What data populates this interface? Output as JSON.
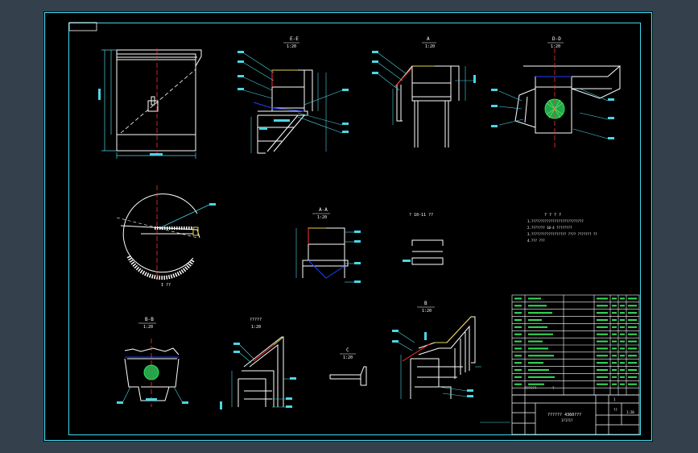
{
  "colors": {
    "background": "#34404b",
    "paper": "#000000",
    "frame": "#3fd7ea",
    "line": "#ffffff",
    "dim": "#4bd6e3",
    "cut": "#ff3030",
    "accent": "#33e05a",
    "hidden": "#2040ff",
    "yellow": "#e6d34a"
  },
  "views": {
    "ee_title": "E-E",
    "ee_scale": "1:20",
    "a_title": "A",
    "a_scale": "1:20",
    "dd_title": "D-D",
    "dd_scale": "1:20",
    "aa_title": "A-A",
    "aa_scale": "1:20",
    "bb_title": "B-B",
    "bb_scale": "1:20",
    "detail_title": "?????",
    "detail_scale": "1:20",
    "c_title": "C",
    "c_scale": "1:20",
    "b_title": "B",
    "b_scale": "1:20",
    "part_title": "? 10-11   ??",
    "circle_label": "I ??"
  },
  "notes": {
    "title": "? ? ? ?",
    "line1": "1.???????????????????????????",
    "line2": "2.???????  10-4  ????????",
    "line3": "3.??????????????????  ???? ??????? ??",
    "line4": "4.???  ???"
  },
  "title_block": {
    "name1": "??????  4360???",
    "name2": "1?1?1?",
    "left1": "??????",
    "left2": "?",
    "mid1": "??",
    "mid2": "1",
    "scale": "1:20"
  }
}
